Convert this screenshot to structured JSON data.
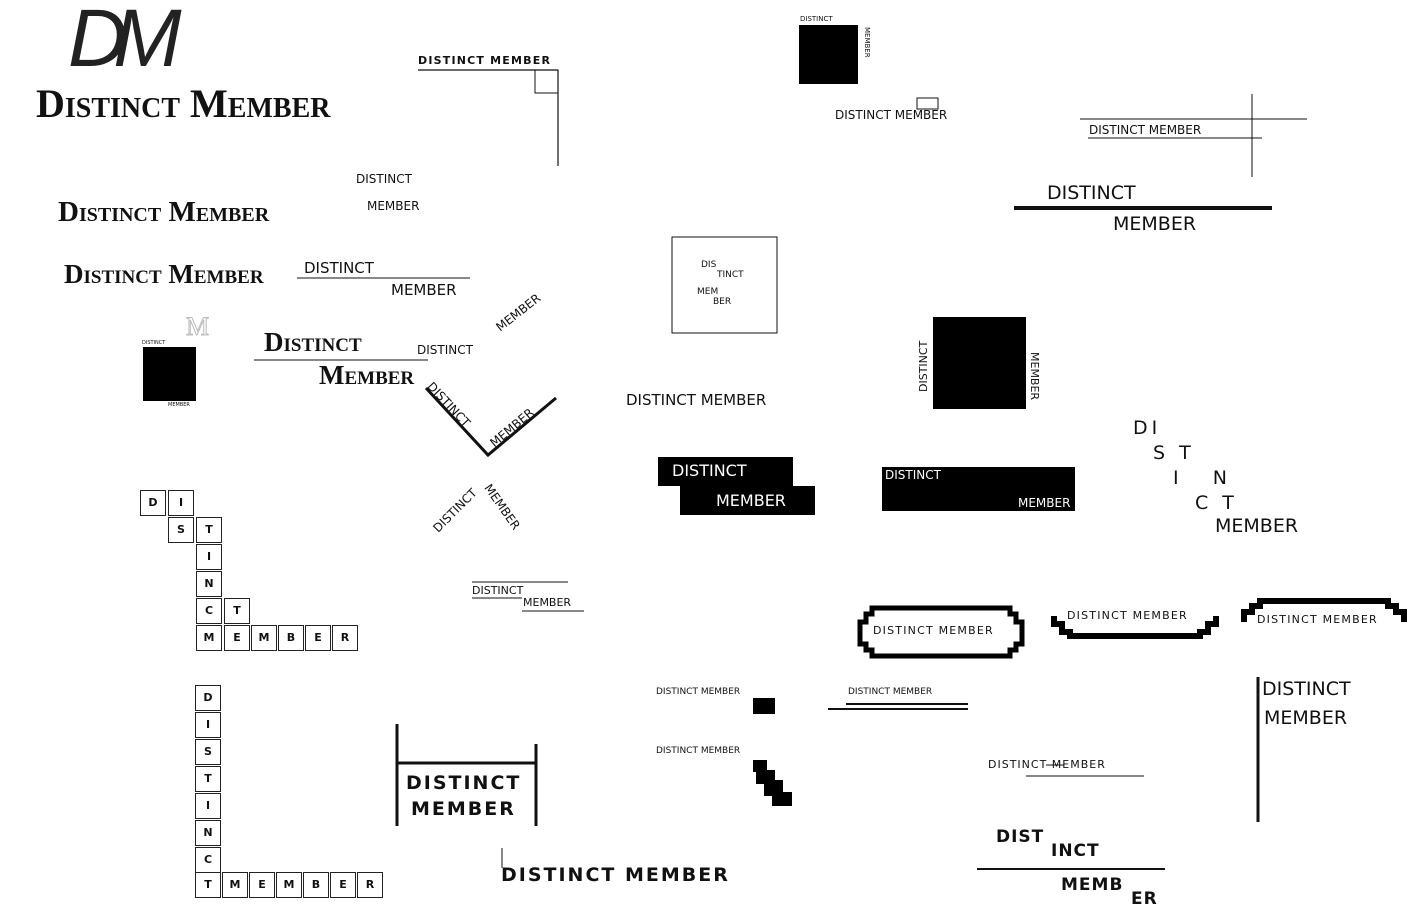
{
  "logo": {
    "mark": "DM",
    "wordmark": "Distinct Member"
  },
  "v2": {
    "text": "Distinct Member"
  },
  "v3": {
    "text": "Distinct Member"
  },
  "v4": {
    "top": "DISTINCT MEMBER"
  },
  "v5": {
    "line1": "DISTINCT",
    "line2": "MEMBER"
  },
  "v6": {
    "line1": "DISTINCT",
    "line2": "MEMBER"
  },
  "v7": {
    "monogram": "M",
    "top": "DISTINCT",
    "bottom": "MEMBER"
  },
  "v8": {
    "line1": "Distinct",
    "line2": "Member"
  },
  "v9": {
    "line1": "DISTINCT",
    "line2": "MEMBER"
  },
  "v10": {
    "line1": "DISTINCT",
    "line2": "MEMBER"
  },
  "v11": {
    "line1": "DISTINCT",
    "line2": "MEMBER"
  },
  "v12": {
    "line1": "DISTINCT",
    "line2": "MEMBER"
  },
  "v13": {
    "l1": "DIS",
    "l2": "TINCT",
    "l3": "MEM",
    "l4": "BER"
  },
  "v14": {
    "text": "DISTINCT MEMBER"
  },
  "v15": {
    "line1": "DISTINCT",
    "line2": "MEMBER"
  },
  "v16": {
    "top": "DISTINCT",
    "side": "MEMBER"
  },
  "v17": {
    "text": "DISTINCT MEMBER"
  },
  "v18": {
    "text": "DISTINCT MEMBER"
  },
  "v19": {
    "line1": "DISTINCT",
    "line2": "MEMBER"
  },
  "v20": {
    "line1": "DISTINCT",
    "line2": "MEMBER"
  },
  "v21": {
    "left": "DISTINCT",
    "right": "MEMBER"
  },
  "v22": {
    "l1": "DI",
    "l2": "S T",
    "l3": "I   N",
    "l4": "C T",
    "l5": "MEMBER"
  },
  "v23": {
    "text": "DISTINCT MEMBER"
  },
  "v24": {
    "text": "DISTINCT MEMBER"
  },
  "v25": {
    "text": "DISTINCT MEMBER"
  },
  "v26": {
    "line1": "DISTINCT",
    "line2": "MEMBER"
  },
  "v27": {
    "text": "DISTINCT MEMBER"
  },
  "v28": {
    "text": "DISTINCT MEMBER"
  },
  "v29": {
    "text": "DISTINCT MEMBER"
  },
  "v30": {
    "text": "DISTINCT MEMBER"
  },
  "v31": {
    "line1": "DISTINCT",
    "line2": "MEMBER"
  },
  "v32": {
    "text": "DISTINCT MEMBER"
  },
  "v33": {
    "l1a": "DIST",
    "l1b": "INCT",
    "l2a": "MEMB",
    "l2b": "ER"
  },
  "grid1": {
    "letters": [
      "D",
      "I",
      "S",
      "T",
      "I",
      "N",
      "C",
      "T",
      "M",
      "E",
      "M",
      "B",
      "E",
      "R"
    ]
  },
  "grid2": {
    "letters": [
      "D",
      "I",
      "S",
      "T",
      "I",
      "N",
      "C",
      "T",
      "M",
      "E",
      "M",
      "B",
      "E",
      "R"
    ]
  }
}
